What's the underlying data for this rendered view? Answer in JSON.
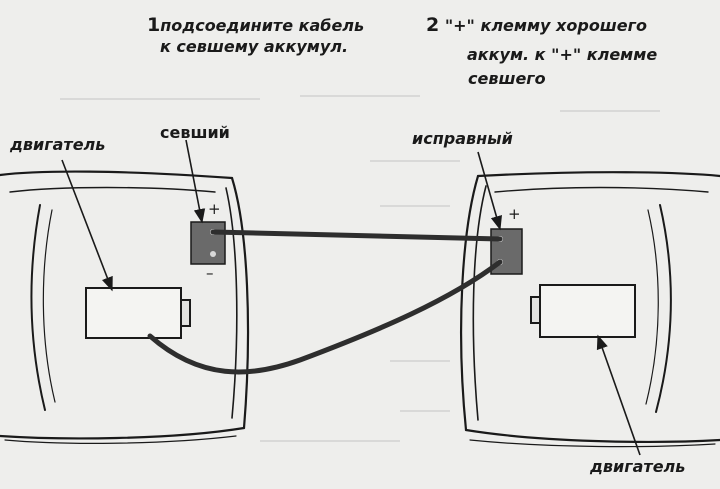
{
  "step1": {
    "number": "1",
    "line1": "подсоедините кабель",
    "line2": "к севшему аккумул."
  },
  "step2": {
    "number": "2",
    "line1": "\"+\" клемму хорошего",
    "line2": "аккум. к \"+\" клемме",
    "line3": "севшего"
  },
  "labels": {
    "engine_left": "двигатель",
    "engine_right": "двигатель",
    "dead_battery": "севший",
    "good_battery": "исправный"
  },
  "polarity": {
    "plus": "+",
    "minus": "–"
  }
}
